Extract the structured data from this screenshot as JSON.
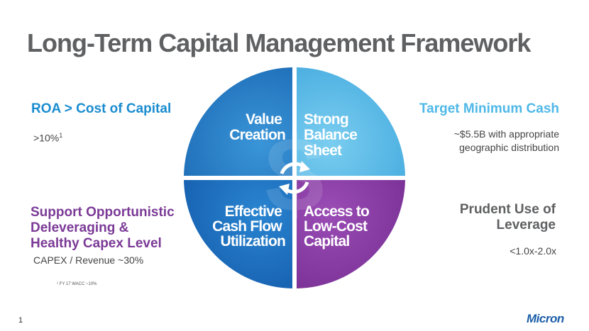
{
  "slide": {
    "title": "Long-Term Capital Management Framework",
    "page_number": "1",
    "logo_text": "Micron",
    "footnote": "¹ FY 17 WACC ~10%"
  },
  "left_top": {
    "heading": "ROA > Cost of Capital",
    "value": ">10%",
    "superscript": "1"
  },
  "right_top": {
    "heading": "Target Minimum Cash",
    "line1": "~$5.5B with appropriate",
    "line2": "geographic distribution"
  },
  "left_bottom": {
    "line1": "Support Opportunistic",
    "line2": "Deleveraging &",
    "line3": "Healthy Capex Level",
    "detail": "CAPEX / Revenue ~30%"
  },
  "right_bottom": {
    "line1": "Prudent Use of",
    "line2": "Leverage",
    "detail": "<1.0x-2.0x"
  },
  "wheel": {
    "top_left": {
      "line1": "Value",
      "line2": "Creation"
    },
    "top_right": {
      "line1": "Strong",
      "line2": "Balance",
      "line3": "Sheet"
    },
    "bottom_left": {
      "line1": "Effective",
      "line2": "Cash Flow",
      "line3": "Utilization"
    },
    "bottom_right": {
      "line1": "Access to",
      "line2": "Low-Cost",
      "line3": "Capital"
    },
    "colors": {
      "top_left": "#2a7fc8",
      "top_right": "#5cbde9",
      "bottom_left": "#1b6ec2",
      "bottom_right": "#8a3fa6"
    },
    "center_icon": "cycle-arrows-icon",
    "watermark_icon": "dollar-sign-icon"
  }
}
